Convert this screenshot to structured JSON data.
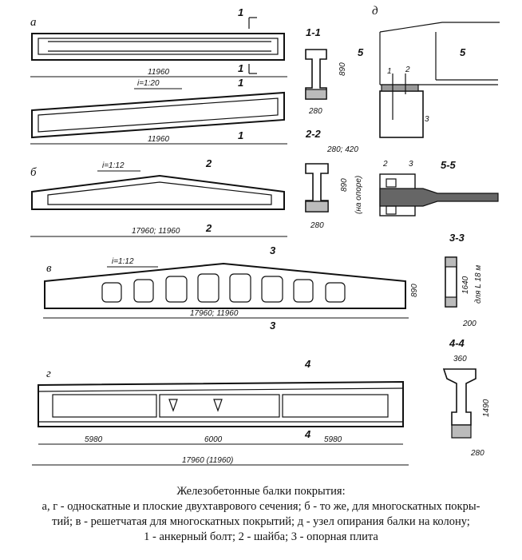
{
  "figure": {
    "panels": {
      "a": "а",
      "b": "б",
      "v": "в",
      "g": "г",
      "d": "д"
    },
    "sections": {
      "s11": "1-1",
      "s22": "2-2",
      "s33": "3-3",
      "s44": "4-4",
      "s55": "5-5",
      "m1": "1",
      "m2": "2",
      "m3": "3",
      "m4": "4",
      "m5": "5"
    },
    "slopes": {
      "a": "i=1:20",
      "b": "i=1:12",
      "v": "i=1:12"
    },
    "dims": {
      "a1_len": "11960",
      "a2_len": "11960",
      "b_len": "17960; 11960",
      "v_len": "17960; 11960",
      "v_h": "890",
      "g_total": "17960 (11960)",
      "g_l1": "5980",
      "g_l2": "6000",
      "g_l3": "5980",
      "s11_h": "890",
      "s11_w": "280",
      "s22_h": "890",
      "s22_top": "280; 420",
      "s22_w": "280",
      "s22_note": "(на опоре)",
      "s33_h": "1640",
      "s33_note": "для L 18 м",
      "s33_w": "200",
      "s44_top": "360",
      "s44_h": "1490",
      "s44_w": "280"
    },
    "node_labels": {
      "n1": "1",
      "n2": "2",
      "n3": "3"
    }
  },
  "caption": {
    "title": "Железобетонные балки покрытия:",
    "line1": "а, г - односкатные и плоские двухтаврового сечения; б - то же, для многоскатных покры-",
    "line2": "тий; в - решетчатая для многоскатных покрытий; д - узел опирания балки на колону;",
    "line3": "1 - анкерный болт; 2 - шайба; 3 - опорная плита"
  }
}
